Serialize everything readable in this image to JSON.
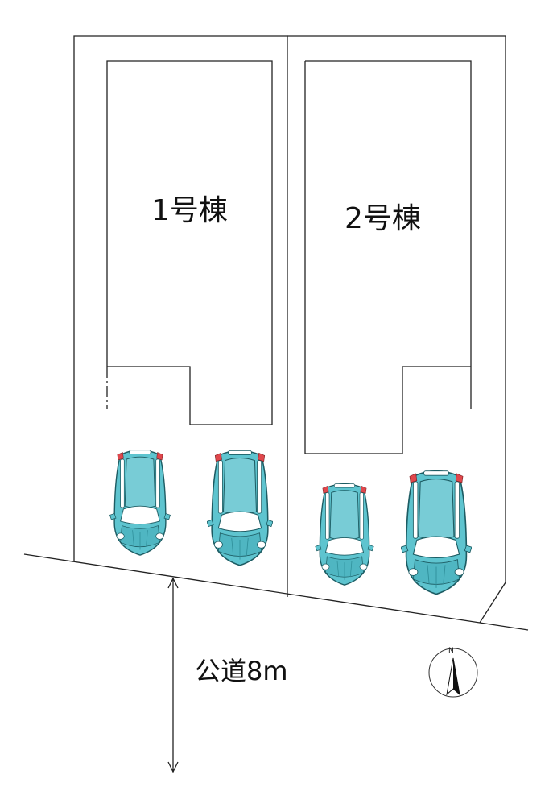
{
  "buildings": [
    {
      "label": "1号棟"
    },
    {
      "label": "2号棟"
    }
  ],
  "road": {
    "label": "公道8m"
  },
  "compass": {
    "north_label": "N"
  },
  "colors": {
    "car_body": "#5ec4cf",
    "car_glass": "#78ccd6",
    "car_dark": "#2e8e99",
    "tail_light": "#e0474c",
    "line": "#222222"
  },
  "cars": [
    {
      "name": "car-1"
    },
    {
      "name": "car-2"
    },
    {
      "name": "car-3"
    },
    {
      "name": "car-4"
    }
  ]
}
